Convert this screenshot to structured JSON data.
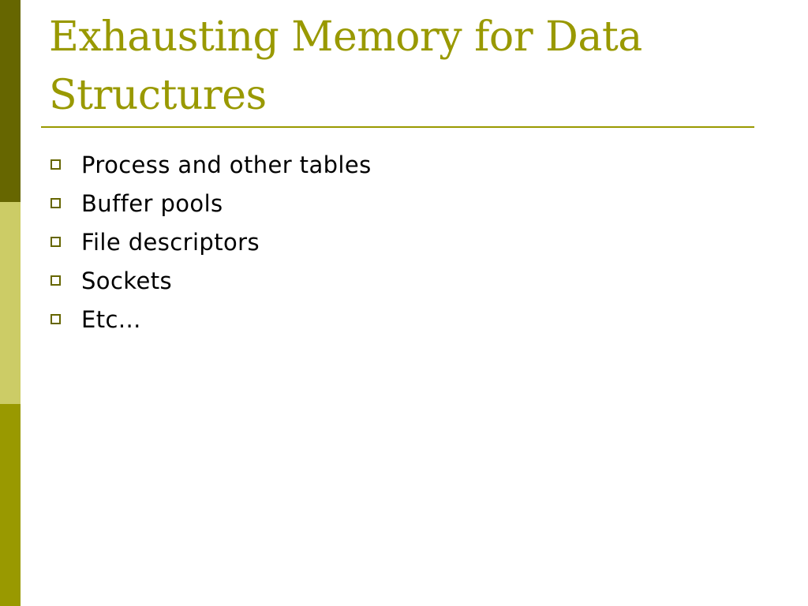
{
  "slide": {
    "title": "Exhausting Memory for Data Structures",
    "bullets": [
      "Process and other tables",
      "Buffer pools",
      "File descriptors",
      "Sockets",
      "Etc..."
    ]
  },
  "icons": {
    "bullet": "hollow-square-bullet-icon"
  },
  "colors": {
    "title": "#999900",
    "rule": "#999900",
    "bullet_marker": "#666600",
    "sidebar_top": "#666600",
    "sidebar_middle": "#cccc66",
    "sidebar_bottom": "#999900"
  }
}
